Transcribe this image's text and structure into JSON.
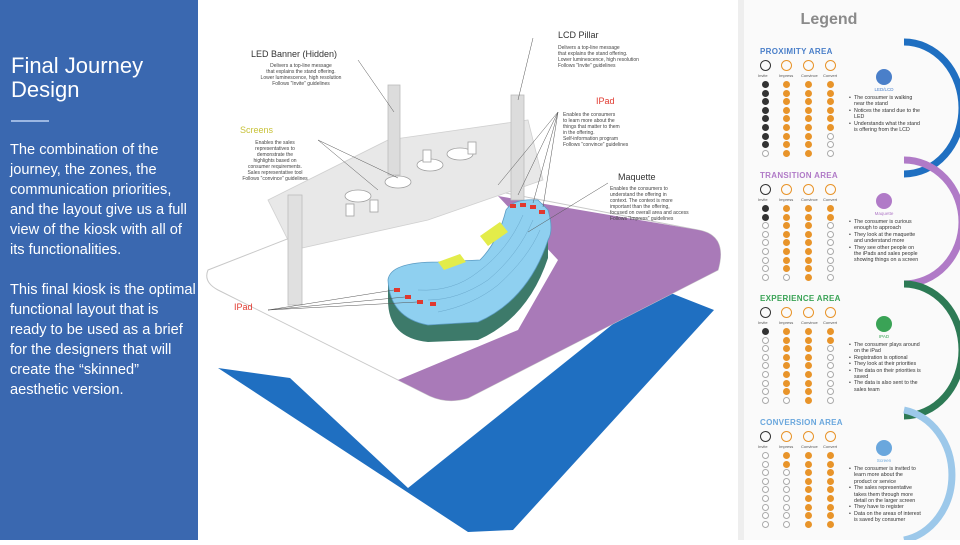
{
  "left": {
    "title_line1": "Final Journey",
    "title_line2": "Design",
    "paragraph1": "The combination of the journey, the zones, the communication priorities, and the layout give us a full view of the kiosk with all of its functionalities.",
    "paragraph2": "This final kiosk is the optimal functional layout that is ready to be used as a brief for the designers that will create the “skinned” aesthetic version."
  },
  "callouts": {
    "led_banner": {
      "title": "LED Banner (Hidden)",
      "desc": "Delivers a top-line message\nthat explains the stand offering.\nLower luminescence, high resolution\nFollows “Invite” guidelines"
    },
    "lcd_pillar": {
      "title": "LCD Pillar",
      "desc": "Delivers a top-line message\nthat explains the stand offering.\nLower luminescence, high resolution\nFollows “Invite” guidelines"
    },
    "screens": {
      "title": "Screens",
      "desc": "Enables the sales\nrepresentatives to\ndemonstrate the\nhighlights based on\nconsumer requirements.\nSales representative tool\nFollows “convince” guidelines"
    },
    "ipad_top": {
      "title": "IPad",
      "desc": "Enables the consumers\nto learn more about the\nthings that matter to them\nin the offering.\nSelf-information program\nFollows “convince” guidelines"
    },
    "maquette": {
      "title": "Maquette",
      "desc": "Enables the consumers to\nunderstand the offering in\ncontext. The context is more\nimportant than the offering,\nfocused on overall area and access\nFollows “Impress” guidelines"
    },
    "ipad_bottom": {
      "title": "IPad"
    }
  },
  "legend": {
    "title": "Legend",
    "columns": [
      "Invite",
      "Impress",
      "Convince",
      "Convert"
    ],
    "areas": [
      {
        "name": "PROXIMITY AREA",
        "color": "#4a7fc9",
        "zone": "LED/LCD",
        "filled": [
          8,
          9,
          9,
          6
        ],
        "bullets": [
          "The consumer is walking near the stand",
          "Notices the stand due to the LED",
          "Understands what the stand is offering from the LCD"
        ]
      },
      {
        "name": "TRANSITION AREA",
        "color": "#b07ac7",
        "zone": "Maquette",
        "filled": [
          2,
          8,
          9,
          2
        ],
        "bullets": [
          "The consumer is curious enough to approach",
          "They look at the maquette and understand more",
          "They see other people on the iPads and sales people showing things on a screen"
        ]
      },
      {
        "name": "EXPERIENCE AREA",
        "color": "#3aa356",
        "zone": "IPAD",
        "filled": [
          1,
          8,
          9,
          2
        ],
        "bullets": [
          "The consumer plays around on the iPad",
          "Registration is optional",
          "They look at their priorities",
          "The data on their priorities is saved",
          "The data is also sent to the sales team"
        ]
      },
      {
        "name": "CONVERSION AREA",
        "color": "#6aa7dd",
        "zone": "Screen",
        "filled": [
          0,
          2,
          9,
          9
        ],
        "bullets": [
          "The consumer is invited to learn more about the product or service",
          "The sales representative takes them through more detail on the larger screen",
          "They have to register",
          "Data on the areas of interest is saved by consumer"
        ]
      }
    ]
  },
  "colors": {
    "panel_blue": "#3a68b0",
    "floor_purple": "#a97ab8",
    "counter_blue": "#8fd0f0",
    "counter_green": "#3d7a6a",
    "screen_yellow": "#e3ec4a",
    "ipad_red": "#e0392f",
    "arrow_blue": "#1f6fc1",
    "orange": "#e8942a",
    "dark_dot": "#333333"
  }
}
